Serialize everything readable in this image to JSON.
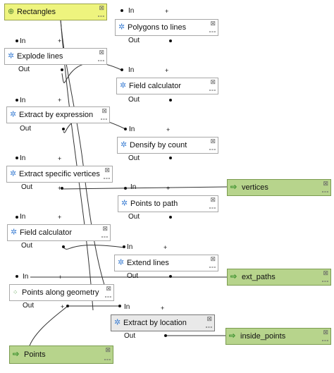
{
  "nodes": {
    "rectangles": "Rectangles",
    "polygons_to_lines": "Polygons to lines",
    "explode_lines": "Explode lines",
    "field_calculator_1": "Field calculator",
    "extract_by_expression": "Extract by expression",
    "densify_by_count": "Densify by count",
    "extract_specific_vertices": "Extract specific vertices",
    "vertices": "vertices",
    "points_to_path": "Points to path",
    "field_calculator_2": "Field calculator",
    "extend_lines": "Extend lines",
    "ext_paths": "ext_paths",
    "points_along_geometry": "Points along geometry",
    "extract_by_location": "Extract by location",
    "inside_points": "inside_points",
    "points": "Points"
  },
  "ports": {
    "in": "In",
    "out": "Out",
    "plus": "+"
  },
  "icons": {
    "algorithm": "gear-icon",
    "input": "vector-input-icon",
    "output": "output-arrow-icon",
    "points_along": "points-along-icon"
  },
  "node_buttons": {
    "close": "⊠",
    "more": "∘∘∘"
  },
  "colors": {
    "input_fill": "#eef47e",
    "output_fill": "#b7d48c",
    "selected_fill": "#e9e9e9",
    "border": "#a8a8a8",
    "link": "#333333"
  }
}
